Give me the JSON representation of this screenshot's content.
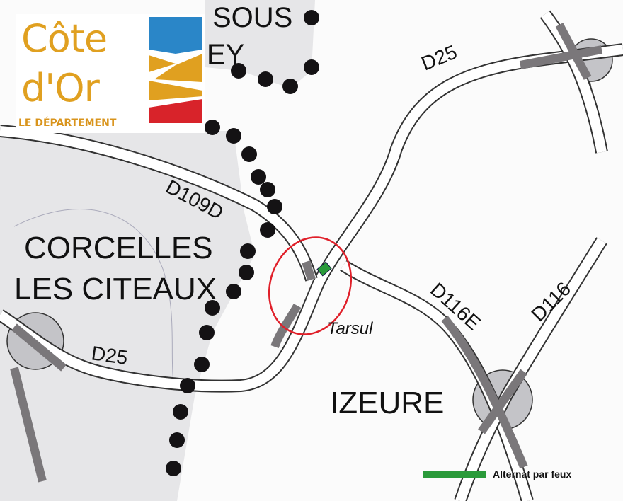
{
  "logo": {
    "line1": "Côte",
    "line2": "d'Or",
    "subtitle": "LE DÉPARTEMENT"
  },
  "places": {
    "top_partial_1": "SOUS",
    "top_partial_2": "EY",
    "corcelles_1": "CORCELLES",
    "corcelles_2": "LES CITEAUX",
    "izeure": "IZEURE",
    "tarsul": "Tarsul"
  },
  "roads": {
    "d25_north": "D25",
    "d25_west": "D25",
    "d109d": "D109D",
    "d116e": "D116E",
    "d116": "D116"
  },
  "legend": {
    "label": "Alternat par feux",
    "color": "#2a9a3a"
  },
  "colors": {
    "highlight_circle": "#e0202a",
    "road_works": "#7a777a"
  }
}
